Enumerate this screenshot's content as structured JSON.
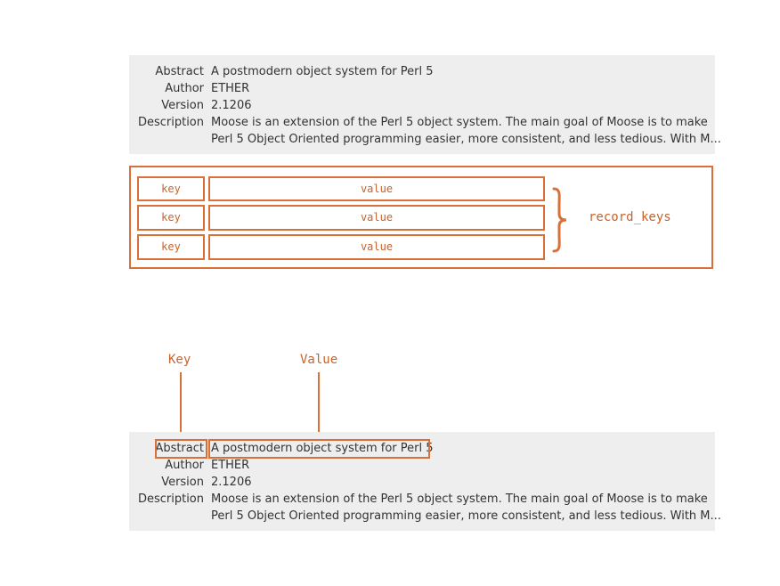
{
  "metadata": {
    "rows": [
      {
        "key": "Abstract",
        "value": "A postmodern object system for Perl 5"
      },
      {
        "key": "Author",
        "value": "ETHER"
      },
      {
        "key": "Version",
        "value": "2.1206"
      },
      {
        "key": "Description",
        "value": "Moose is an extension of the Perl 5 object system. The main goal of Moose is to make"
      },
      {
        "key": "",
        "value": "Perl 5 Object Oriented programming easier, more consistent, and less tedious. With M..."
      }
    ]
  },
  "record_diagram": {
    "rows": [
      {
        "key": "key",
        "value": "value"
      },
      {
        "key": "key",
        "value": "value"
      },
      {
        "key": "key",
        "value": "value"
      }
    ],
    "label": "record_keys"
  },
  "callouts": {
    "key_label": "Key",
    "value_label": "Value"
  },
  "colors": {
    "accent": "#d9703a",
    "panel_bg": "#eeeeee",
    "text": "#333333"
  }
}
